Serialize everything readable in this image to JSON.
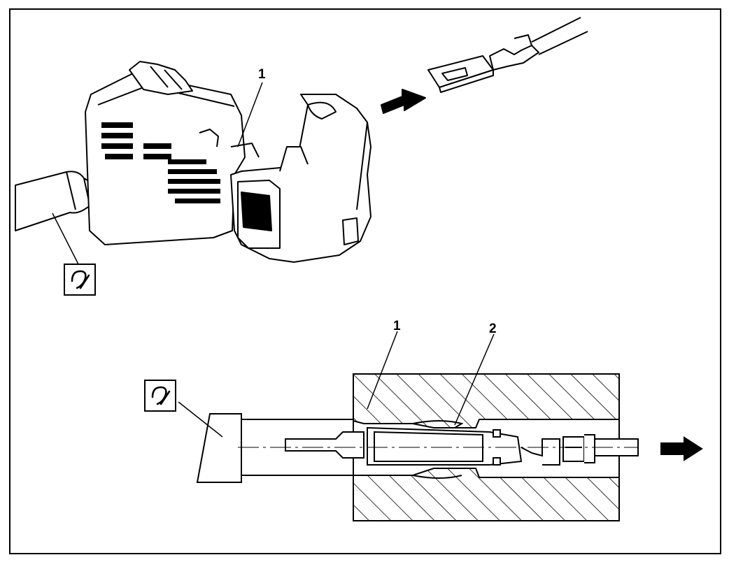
{
  "figure": {
    "upper_view": {
      "callouts": [
        {
          "id": "connector-body",
          "label": "1"
        }
      ],
      "tool_symbol": "tool-symbol-icon",
      "direction": "insert-arrow-left"
    },
    "lower_view": {
      "callouts": [
        {
          "id": "connector-housing",
          "label": "1"
        },
        {
          "id": "terminal-lock-tang",
          "label": "2"
        }
      ],
      "tool_symbol": "tool-symbol-icon",
      "direction": "remove-arrow-right"
    }
  },
  "colors": {
    "line": "#000000",
    "background": "#ffffff"
  }
}
